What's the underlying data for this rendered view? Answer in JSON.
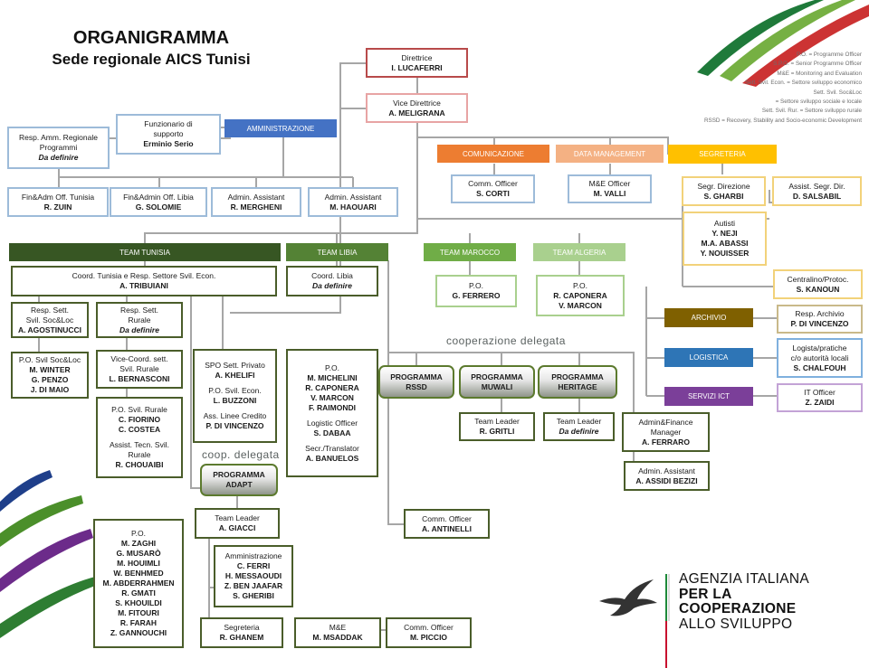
{
  "title": {
    "line1": "ORGANIGRAMMA",
    "line2": "Sede regionale AICS Tunisi"
  },
  "legend": [
    "P.O. = Programme Officer",
    "S.P.O. = Senior Programme Officer",
    "M&E = Monitoring and Evaluation",
    "Sett. Svil. Econ. = Settore sviluppo economico",
    "Sett. Svil. Soc&Loc",
    "= Settore sviluppo sociale e locale",
    "Sett. Svil. Rur. = Settore sviluppo rurale",
    "RSSD = Recovery, Stability and Socio-economic Development"
  ],
  "headers": {
    "amministrazione": "AMMINISTRAZIONE",
    "comunicazione": "COMUNICAZIONE",
    "data_management": "DATA MANAGEMENT",
    "segreteria": "SEGRETERIA",
    "team_tunisia": "TEAM TUNISIA",
    "team_libia": "TEAM LIBIA",
    "team_marocco": "TEAM MAROCCO",
    "team_algeria": "TEAM ALGERIA",
    "archivio": "ARCHIVIO",
    "logistica": "LOGISTICA",
    "servizi_ict": "SERVIZI ICT"
  },
  "cooperazione_delegata": "cooperazione delegata",
  "coop_delegata": "coop. delegata",
  "boxes": {
    "direttrice": {
      "role": "Direttrice",
      "name": "I. LUCAFERRI"
    },
    "vice": {
      "role": "Vice Direttrice",
      "name": "A. MELIGRANA"
    },
    "funzionario": {
      "role1": "Funzionario di",
      "role2": "supporto",
      "name": "Erminio Serio"
    },
    "resp_amm": {
      "role1": "Resp. Amm. Regionale",
      "role2": "Programmi",
      "name": "Da definire"
    },
    "fin_tunisia": {
      "role": "Fin&Adm Off. Tunisia",
      "name": "R. ZUIN"
    },
    "fin_libia": {
      "role": "Fin&Admin Off. Libia",
      "name": "G. SOLOMIE"
    },
    "admin_assist1": {
      "role": "Admin. Assistant",
      "name": "R. MERGHENI"
    },
    "admin_assist2": {
      "role": "Admin. Assistant",
      "name": "M. HAOUARI"
    },
    "comm_officer": {
      "role": "Comm. Officer",
      "name": "S. CORTI"
    },
    "me_officer": {
      "role": "M&E Officer",
      "name": "M. VALLI"
    },
    "seg_direzione": {
      "role": "Segr. Direzione",
      "name": "S. GHARBI"
    },
    "assist_segr": {
      "role": "Assist. Segr. Dir.",
      "name": "D. SALSABIL"
    },
    "autisti": {
      "role": "Autisti",
      "names": [
        "Y. NEJI",
        "M.A. ABASSI",
        "Y. NOUISSER"
      ]
    },
    "centralino": {
      "role": "Centralino/Protoc.",
      "name": "S. KANOUN"
    },
    "resp_archivio": {
      "role": "Resp. Archivio",
      "name": "P. DI VINCENZO"
    },
    "logistica_pratiche": {
      "role1": "Logista/pratiche",
      "role2": "c/o autorità locali",
      "name": "S. CHALFOUH"
    },
    "it_officer": {
      "role": "IT Officer",
      "name": "Z. ZAIDI"
    },
    "coord_tunisia": {
      "role": "Coord. Tunisia e Resp. Settore Svil. Econ.",
      "name": "A. TRIBUIANI"
    },
    "coord_libia": {
      "role": "Coord. Libia",
      "name": "Da definire"
    },
    "po_marocco": {
      "role": "P.O.",
      "name": "G. FERRERO"
    },
    "po_algeria": {
      "role": "P.O.",
      "names": [
        "R. CAPONERA",
        "V. MARCON"
      ]
    },
    "resp_soc": {
      "role1": "Resp. Sett.",
      "role2": "Svil. Soc&Loc",
      "name": "A. AGOSTINUCCI"
    },
    "resp_rurale": {
      "role1": "Resp. Sett.",
      "role2": "Rurale",
      "name": "Da definire"
    },
    "po_soc": {
      "role": "P.O. Svil Soc&Loc",
      "names": [
        "M. WINTER",
        "G. PENZO",
        "J. DI MAIO"
      ]
    },
    "vice_coord": {
      "role1": "Vice-Coord. sett.",
      "role2": "Svil. Rurale",
      "name": "L. BERNASCONI"
    },
    "po_rurale": {
      "role": "P.O. Svil. Rurale",
      "names": [
        "C. FIORINO",
        "C. COSTEA"
      ],
      "role2": "Assist. Tecn. Svil.",
      "role3": "Rurale",
      "name2": "R. CHOUAIBI"
    },
    "spo_privato": {
      "role": "SPO Sett. Privato",
      "name": "A. KHELIFI",
      "role2": "P.O. Svil. Econ.",
      "name2": "L. BUZZONI",
      "role3": "Ass. Linee Credito",
      "name3": "P. DI VINCENZO"
    },
    "po_libia": {
      "role": "P.O.",
      "names": [
        "M. MICHELINI",
        "R. CAPONERA",
        "V. MARCON",
        "F. RAIMONDI"
      ],
      "role2": "Logistic Officer",
      "name2": "S. DABAA",
      "role3": "Secr./Translator",
      "name3": "A. BANUELOS"
    },
    "tl_muwali": {
      "role": "Team Leader",
      "name": "R. GRITLI"
    },
    "tl_heritage": {
      "role": "Team Leader",
      "name": "Da definire"
    },
    "admin_fin": {
      "role1": "Admin&Finance",
      "role2": "Manager",
      "name": "A. FERRARO"
    },
    "admin_assist3": {
      "role": "Admin. Assistant",
      "name": "A. ASSIDI BEZIZI"
    },
    "comm_officer2": {
      "role": "Comm. Officer",
      "name": "A. ANTINELLI"
    },
    "tl_adapt": {
      "role": "Team Leader",
      "name": "A. GIACCI"
    },
    "po_adapt": {
      "role": "P.O.",
      "names": [
        "M. ZAGHI",
        "G. MUSARÒ",
        "M. HOUIMLI",
        "W. BENHMED",
        "M. ABDERRAHMEN",
        "R. GMATI",
        "S. KHOUILDI",
        "M. FITOURI",
        "R. FARAH",
        "Z. GANNOUCHI"
      ]
    },
    "amministrazione": {
      "role": "Amministrazione",
      "names": [
        "C. FERRI",
        "H. MESSAOUDI",
        "Z. BEN JAAFAR",
        "S. GHERIBI"
      ]
    },
    "segreteria_adapt": {
      "role": "Segreteria",
      "name": "R. GHANEM"
    },
    "me_adapt": {
      "role": "M&E",
      "name": "M. MSADDAK"
    },
    "comm_adapt": {
      "role": "Comm. Officer",
      "name": "M. PICCIO"
    }
  },
  "programs": {
    "rssd": {
      "l1": "PROGRAMMA",
      "l2": "RSSD"
    },
    "muwali": {
      "l1": "PROGRAMMA",
      "l2": "MUWALI"
    },
    "heritage": {
      "l1": "PROGRAMMA",
      "l2": "HERITAGE"
    },
    "adapt": {
      "l1": "PROGRAMMA",
      "l2": "ADAPT"
    }
  },
  "logo": {
    "line1": "AGENZIA ITALIANA",
    "line2": "PER LA COOPERAZIONE",
    "line3": "ALLO SVILUPPO"
  },
  "colors": {
    "amministrazione": "#4472c4",
    "comunicazione": "#ed7d31",
    "data_management": "#f4b183",
    "segreteria": "#ffc000",
    "team_tunisia": "#375623",
    "team_libia": "#548235",
    "team_marocco": "#70ad47",
    "team_algeria": "#a9d08e",
    "archivio": "#7f6000",
    "logistica": "#2e75b6",
    "servizi_ict": "#7b3f99"
  }
}
